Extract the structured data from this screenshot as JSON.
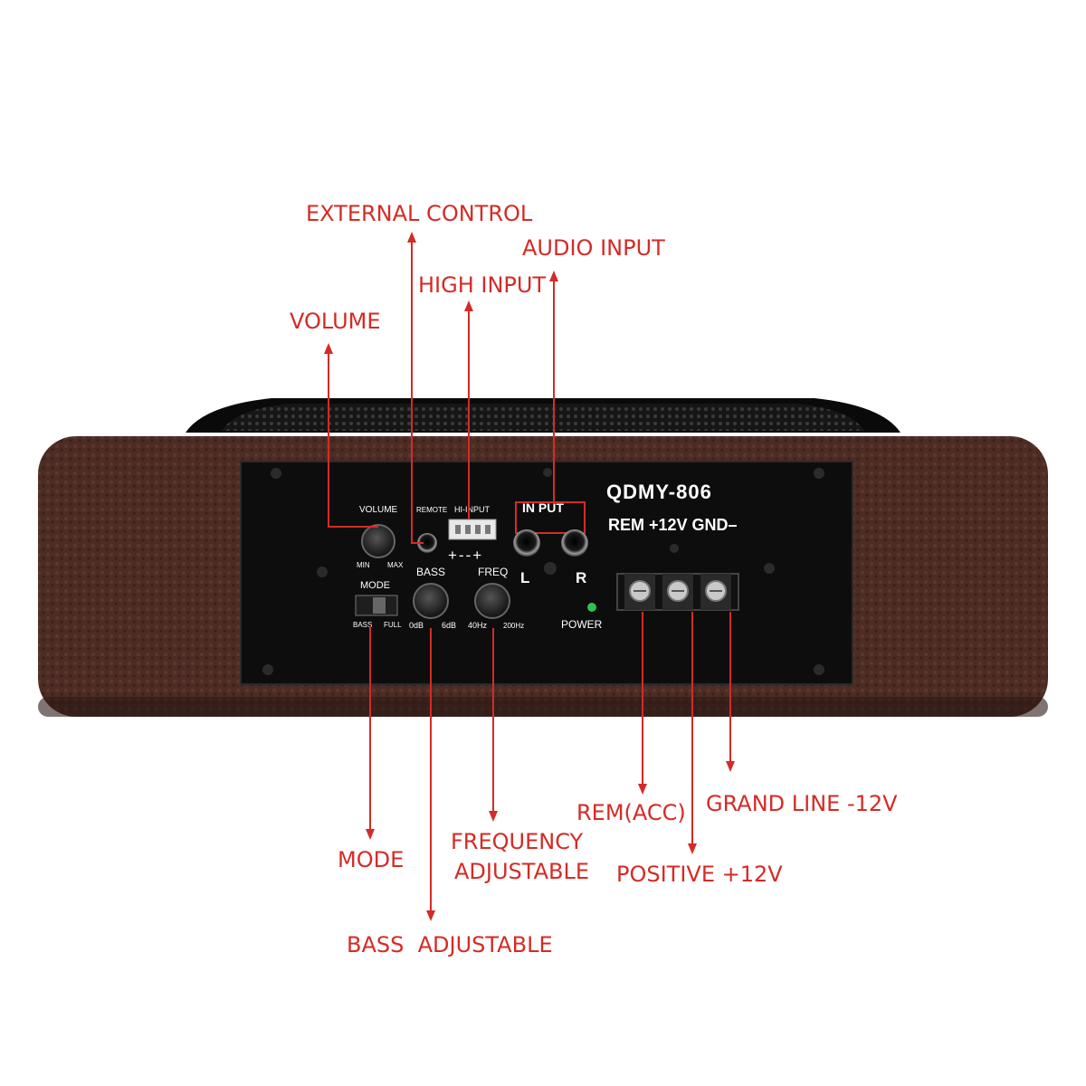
{
  "callouts": {
    "external_control": "EXTERNAL CONTROL",
    "audio_input": "AUDIO INPUT",
    "high_input": "HIGH INPUT",
    "volume": "VOLUME",
    "mode": "MODE",
    "frequency_line1": "FREQUENCY",
    "frequency_line2": "ADJUSTABLE",
    "bass_adjustable": "BASS  ADJUSTABLE",
    "rem_acc": "REM(ACC)",
    "positive": "POSITIVE +12V",
    "grand_line": "GRAND LINE -12V"
  },
  "panel": {
    "model": "QDMY-806",
    "volume_label": "VOLUME",
    "volume_min": "MIN",
    "volume_max": "MAX",
    "remote_label": "REMOTE",
    "hi_input_label": "HI-INPUT",
    "hi_input_polarity": "+--+",
    "input_label": "IN  PUT",
    "input_left": "L",
    "input_right": "R",
    "mode_label": "MODE",
    "mode_bass": "BASS",
    "mode_full": "FULL",
    "bass_label": "BASS",
    "bass_min": "0dB",
    "bass_max": "6dB",
    "freq_label": "FREQ",
    "freq_min": "40Hz",
    "freq_max": "200Hz",
    "power_label": "POWER",
    "terminal_labels": "REM +12V GND–"
  },
  "colors": {
    "callout": "#d42b26",
    "enclosure": "#4a2a22",
    "panel": "#0d0d0d",
    "led": "#2ec44a"
  }
}
